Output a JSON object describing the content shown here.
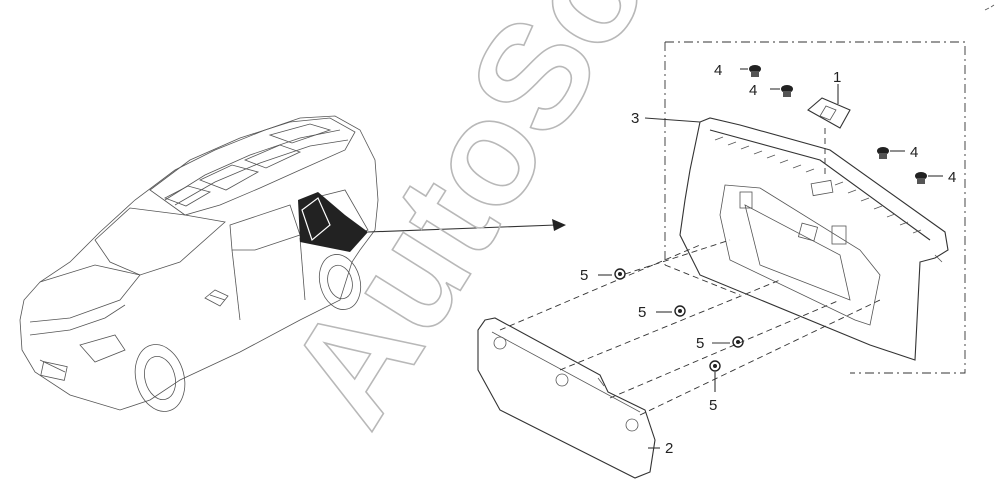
{
  "watermark": {
    "text": "AutoSoft"
  },
  "callouts": {
    "c1": "1",
    "c2": "2",
    "c3": "3",
    "c4a": "4",
    "c4b": "4",
    "c4c": "4",
    "c4d": "4",
    "c5a": "5",
    "c5b": "5",
    "c5c": "5",
    "c5d": "5"
  },
  "colors": {
    "line": "#333333",
    "fill_dark": "#222222",
    "watermark": "#b8b8b8"
  }
}
